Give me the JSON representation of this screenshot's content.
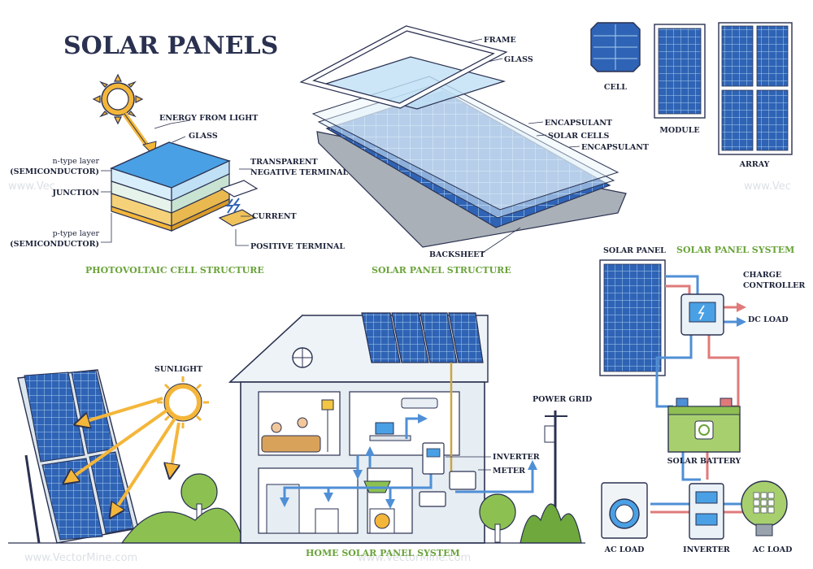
{
  "title": "SOLAR PANELS",
  "watermark": "www.VectorMine.com",
  "pv_cell": {
    "caption": "PHOTOVOLTAIC CELL STRUCTURE",
    "labels": {
      "energy": "ENERGY FROM LIGHT",
      "glass": "GLASS",
      "ntype": "n-type layer",
      "ntype_sub": "(SEMICONDUCTOR)",
      "junction": "JUNCTION",
      "ptype": "p-type layer",
      "ptype_sub": "(SEMICONDUCTOR)",
      "neg1": "TRANSPARENT",
      "neg2": "NEGATIVE TERMINAL",
      "current": "CURRENT",
      "pos": "POSITIVE TERMINAL"
    }
  },
  "panel_structure": {
    "caption": "SOLAR PANEL STRUCTURE",
    "labels": {
      "frame": "FRAME",
      "glass": "GLASS",
      "encap1": "ENCAPSULANT",
      "cells": "SOLAR CELLS",
      "encap2": "ENCAPSULANT",
      "backsheet": "BACKSHEET"
    }
  },
  "scale": {
    "cell": "CELL",
    "module": "MODULE",
    "array": "ARRAY"
  },
  "system": {
    "caption": "SOLAR PANEL SYSTEM",
    "labels": {
      "panel": "SOLAR PANEL",
      "charge1": "CHARGE",
      "charge2": "CONTROLLER",
      "dc": "DC LOAD",
      "battery": "SOLAR BATTERY",
      "ac_left": "AC LOAD",
      "inverter": "INVERTER",
      "ac_right": "AC LOAD"
    }
  },
  "home": {
    "caption": "HOME SOLAR PANEL SYSTEM",
    "labels": {
      "sunlight": "SUNLIGHT",
      "grid": "POWER GRID",
      "inverter": "INVERTER",
      "meter": "METER"
    }
  },
  "colors": {
    "navy": "#2a3150",
    "panel_blue": "#2f63b5",
    "light_blue": "#bfe0f5",
    "sun": "#f4b63a",
    "green": "#6aa33a",
    "red_wire": "#e07a7a",
    "blue_wire": "#4f8fd6"
  }
}
